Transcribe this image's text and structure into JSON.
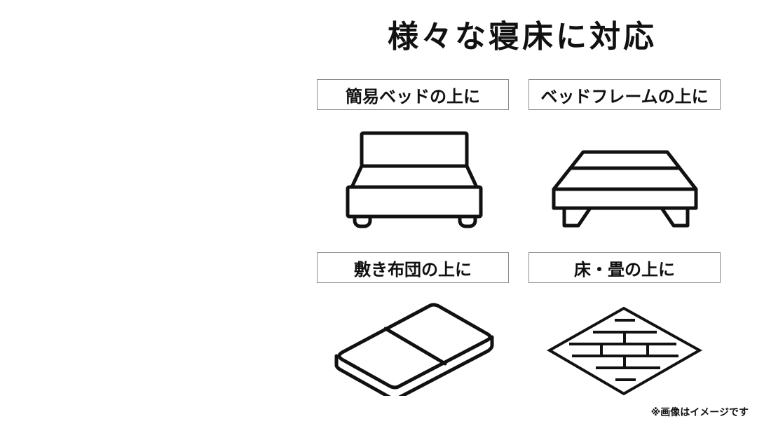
{
  "title": "様々な寝床に対応",
  "cards": [
    {
      "label": "簡易ベッドの上に",
      "icon": "simple-bed-icon"
    },
    {
      "label": "ベッドフレームの上に",
      "icon": "bed-frame-icon"
    },
    {
      "label": "敷き布団の上に",
      "icon": "futon-icon"
    },
    {
      "label": "床・畳の上に",
      "icon": "floor-tatami-icon"
    }
  ],
  "note": "※画像はイメージです",
  "colors": {
    "stroke": "#111111",
    "border": "#8a8a8a",
    "background": "#ffffff"
  }
}
